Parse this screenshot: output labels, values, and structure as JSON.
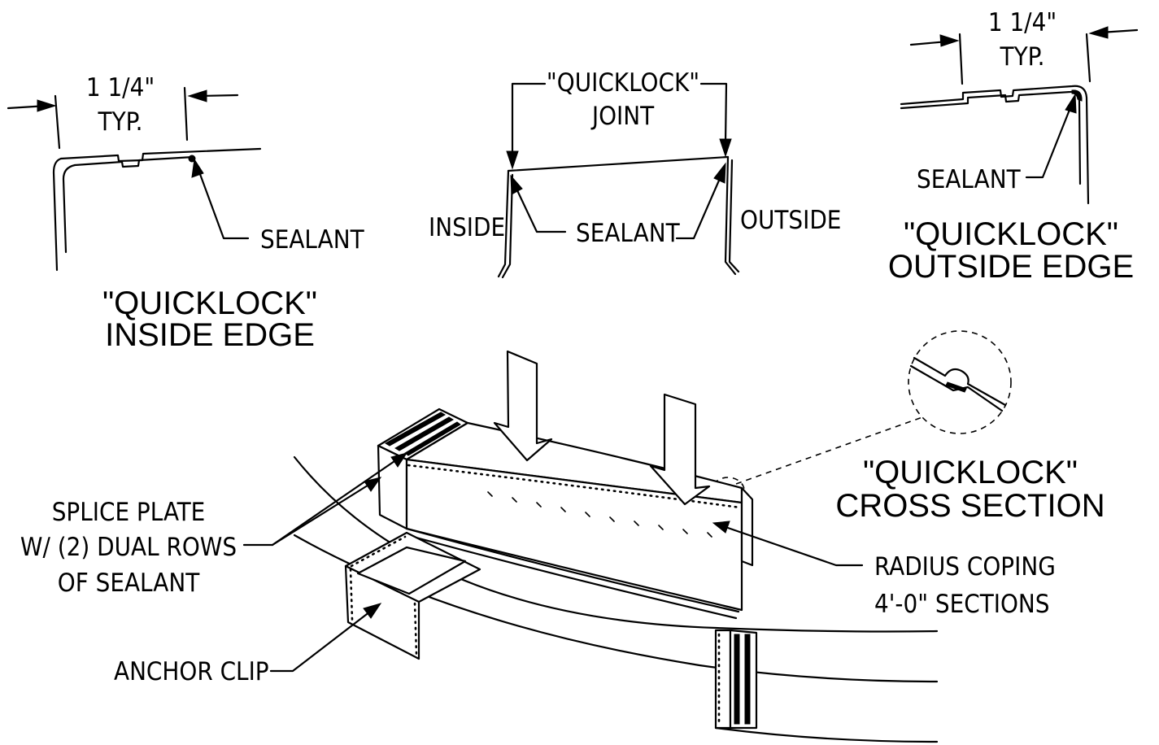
{
  "inside_edge": {
    "dimension": "1 1/4\"",
    "typ": "TYP.",
    "sealant": "SEALANT",
    "title_line1": "\"QUICKLOCK\"",
    "title_line2": "INSIDE EDGE"
  },
  "joint": {
    "title_line1": "\"QUICKLOCK\"",
    "title_line2": "JOINT",
    "inside": "INSIDE",
    "sealant": "SEALANT",
    "outside": "OUTSIDE"
  },
  "outside_edge": {
    "dimension": "1 1/4\"",
    "typ": "TYP.",
    "sealant": "SEALANT",
    "title_line1": "\"QUICKLOCK\"",
    "title_line2": "OUTSIDE EDGE"
  },
  "cross_section": {
    "title_line1": "\"QUICKLOCK\"",
    "title_line2": "CROSS SECTION"
  },
  "callouts": {
    "splice_line1": "SPLICE PLATE",
    "splice_line2": "W/ (2) DUAL ROWS",
    "splice_line3": "OF SEALANT",
    "anchor": "ANCHOR CLIP",
    "radius_line1": "RADIUS COPING",
    "radius_line2": "4'-0\" SECTIONS"
  }
}
